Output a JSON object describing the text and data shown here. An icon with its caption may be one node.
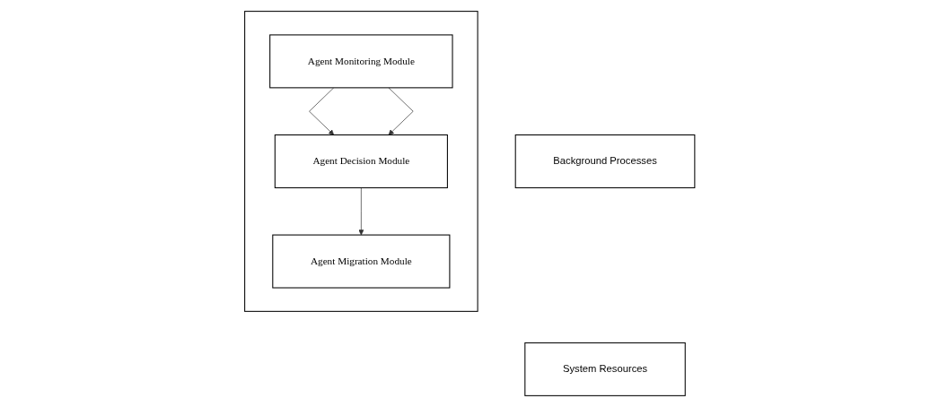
{
  "diagram": {
    "nodes": [
      {
        "text": [
          "Background Processes"
        ]
      },
      {
        "text": [
          "System Resources"
        ]
      },
      {
        "text": [],
        "shape": "box"
      },
      {
        "text": [
          "Agent Monitoring Module"
        ],
        "in": 2
      },
      {
        "text": [
          "Agent Decision Module"
        ],
        "in": 2
      },
      {
        "text": [
          "Agent Migration Module"
        ],
        "in": 2
      }
    ],
    "edges": [
      {
        "from": 3,
        "to": 4,
        "arrow": "to"
      },
      {
        "from": 3,
        "to": 4,
        "arrow": "to"
      },
      {
        "from": 4,
        "to": 5,
        "arrow": "to"
      }
    ]
  }
}
